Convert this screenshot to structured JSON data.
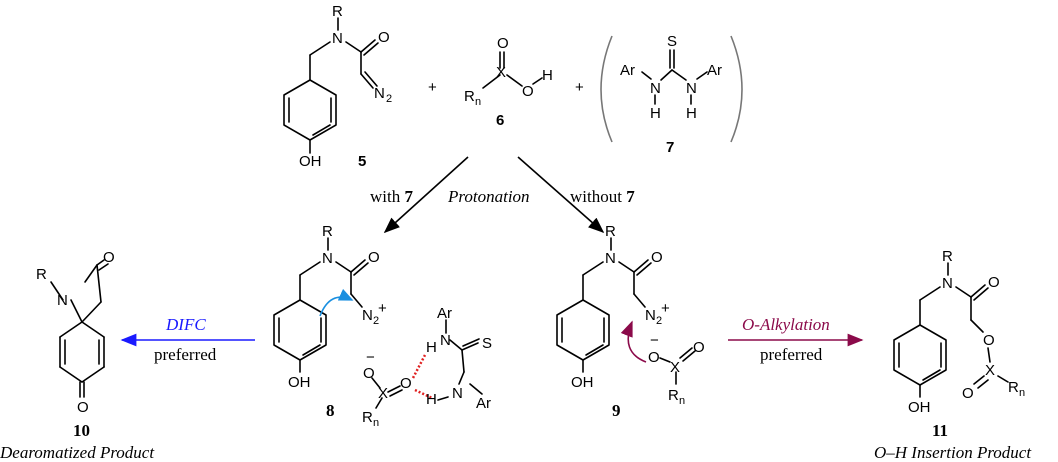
{
  "atoms": {
    "R": "R",
    "N": "N",
    "O": "O",
    "N2": "N",
    "two": "2",
    "OH": "OH",
    "H": "H",
    "X": "X",
    "Rn_R": "R",
    "Rn_n": "n",
    "S": "S",
    "Ar": "Ar",
    "plus": "+",
    "minus": "−"
  },
  "compounds": {
    "c5": "5",
    "c6": "6",
    "c7": "7",
    "c8": "8",
    "c9": "9",
    "c10": "10",
    "c11": "11"
  },
  "arrows": {
    "with_prefix": "with ",
    "with_num": "7",
    "protonation": "Protonation",
    "without_prefix": "without ",
    "without_num": "7",
    "difc": "DIFC",
    "difc_sub": "preferred",
    "oalk": "O-Alkylation",
    "oalk_sub": "preferred"
  },
  "products": {
    "p10": "Dearomatized Product",
    "p11": "O–H Insertion Product"
  },
  "colors": {
    "difc": "#1a1aff",
    "oalk": "#8b0a4a",
    "hbond": "#e02020",
    "curved_blue": "#1a8fe0",
    "curved_purple": "#8b0a4a"
  }
}
